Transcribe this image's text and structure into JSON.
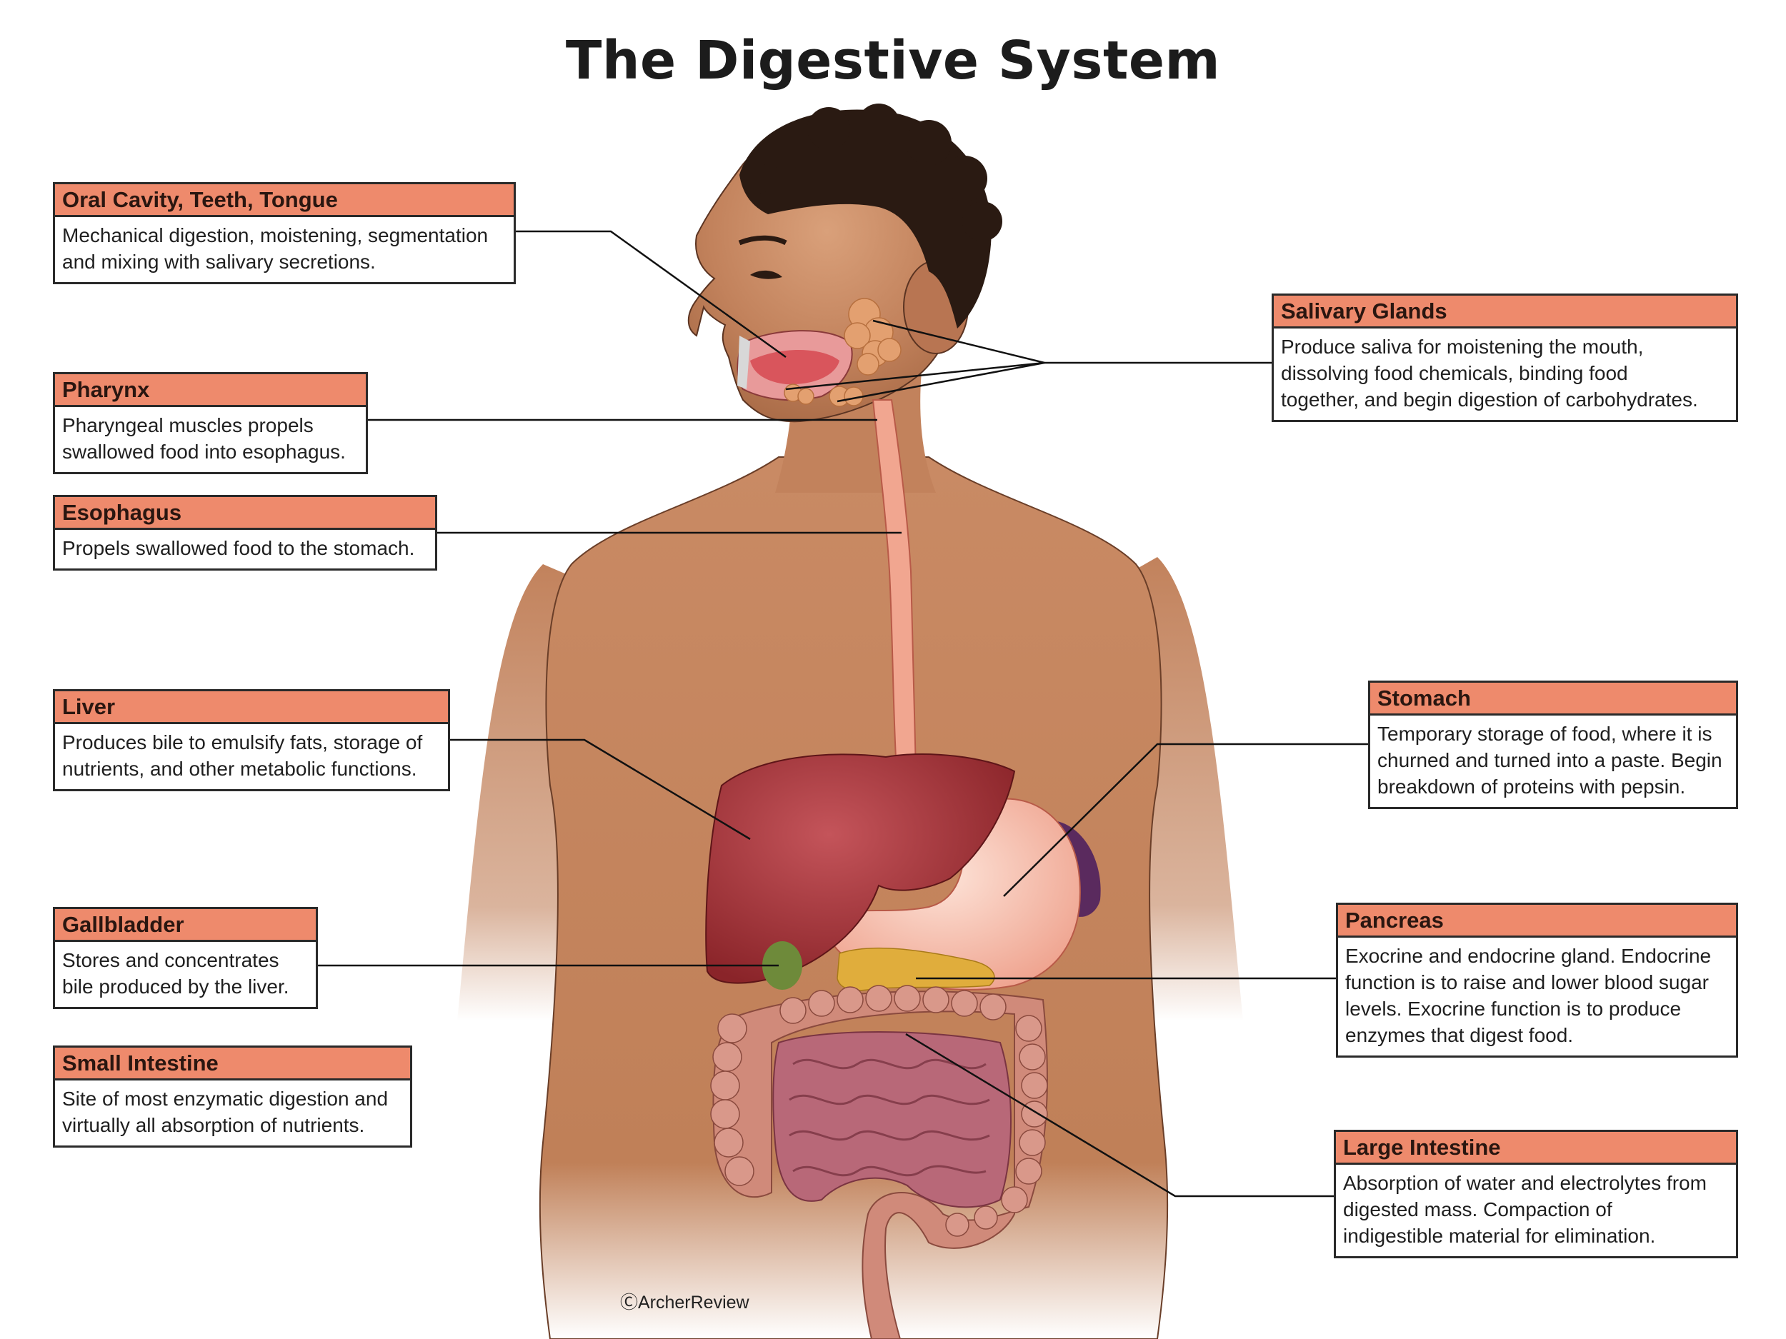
{
  "title": "The Digestive System",
  "credit": "ⒸArcherReview",
  "labels": {
    "oral": {
      "heading": "Oral Cavity, Teeth, Tongue",
      "lines": [
        "Mechanical digestion, moistening, segmentation",
        "and mixing with salivary secretions."
      ]
    },
    "pharynx": {
      "heading": "Pharynx",
      "lines": [
        "Pharyngeal muscles propels",
        "swallowed food into esophagus."
      ]
    },
    "esophagus": {
      "heading": "Esophagus",
      "lines": [
        "Propels swallowed food to the stomach."
      ]
    },
    "liver": {
      "heading": "Liver",
      "lines": [
        "Produces bile to emulsify fats, storage of",
        "nutrients, and other metabolic functions."
      ]
    },
    "gallbladder": {
      "heading": "Gallbladder",
      "lines": [
        "Stores and concentrates",
        "bile produced by the liver."
      ]
    },
    "small_intestine": {
      "heading": "Small Intestine",
      "lines": [
        "Site of most enzymatic digestion and",
        "virtually all absorption of nutrients."
      ]
    },
    "salivary": {
      "heading": "Salivary Glands",
      "lines": [
        "Produce saliva for moistening the mouth,",
        "dissolving food chemicals, binding food",
        "together, and begin  digestion of carbohydrates."
      ]
    },
    "stomach": {
      "heading": "Stomach",
      "lines": [
        "Temporary storage of food, where it is",
        "churned and turned into a paste. Begin",
        "breakdown of proteins with pepsin."
      ]
    },
    "pancreas": {
      "heading": "Pancreas",
      "lines": [
        "Exocrine and endocrine gland. Endocrine",
        "function is to raise and lower blood sugar",
        "levels. Exocrine function is to produce",
        "enzymes that digest food."
      ]
    },
    "large_intestine": {
      "heading": "Large Intestine",
      "lines": [
        "Absorption of water and electrolytes from",
        "digested mass. Compaction of",
        "indigestible material for elimination."
      ]
    }
  },
  "colors": {
    "label_header": "#ee8a6c",
    "skin": "#c98a64",
    "liver": "#9a2f33",
    "stomach": "#f4b7a4",
    "intestine": "#c77a86",
    "pancreas": "#e0ad3c",
    "gallbladder": "#6e8a3a"
  }
}
